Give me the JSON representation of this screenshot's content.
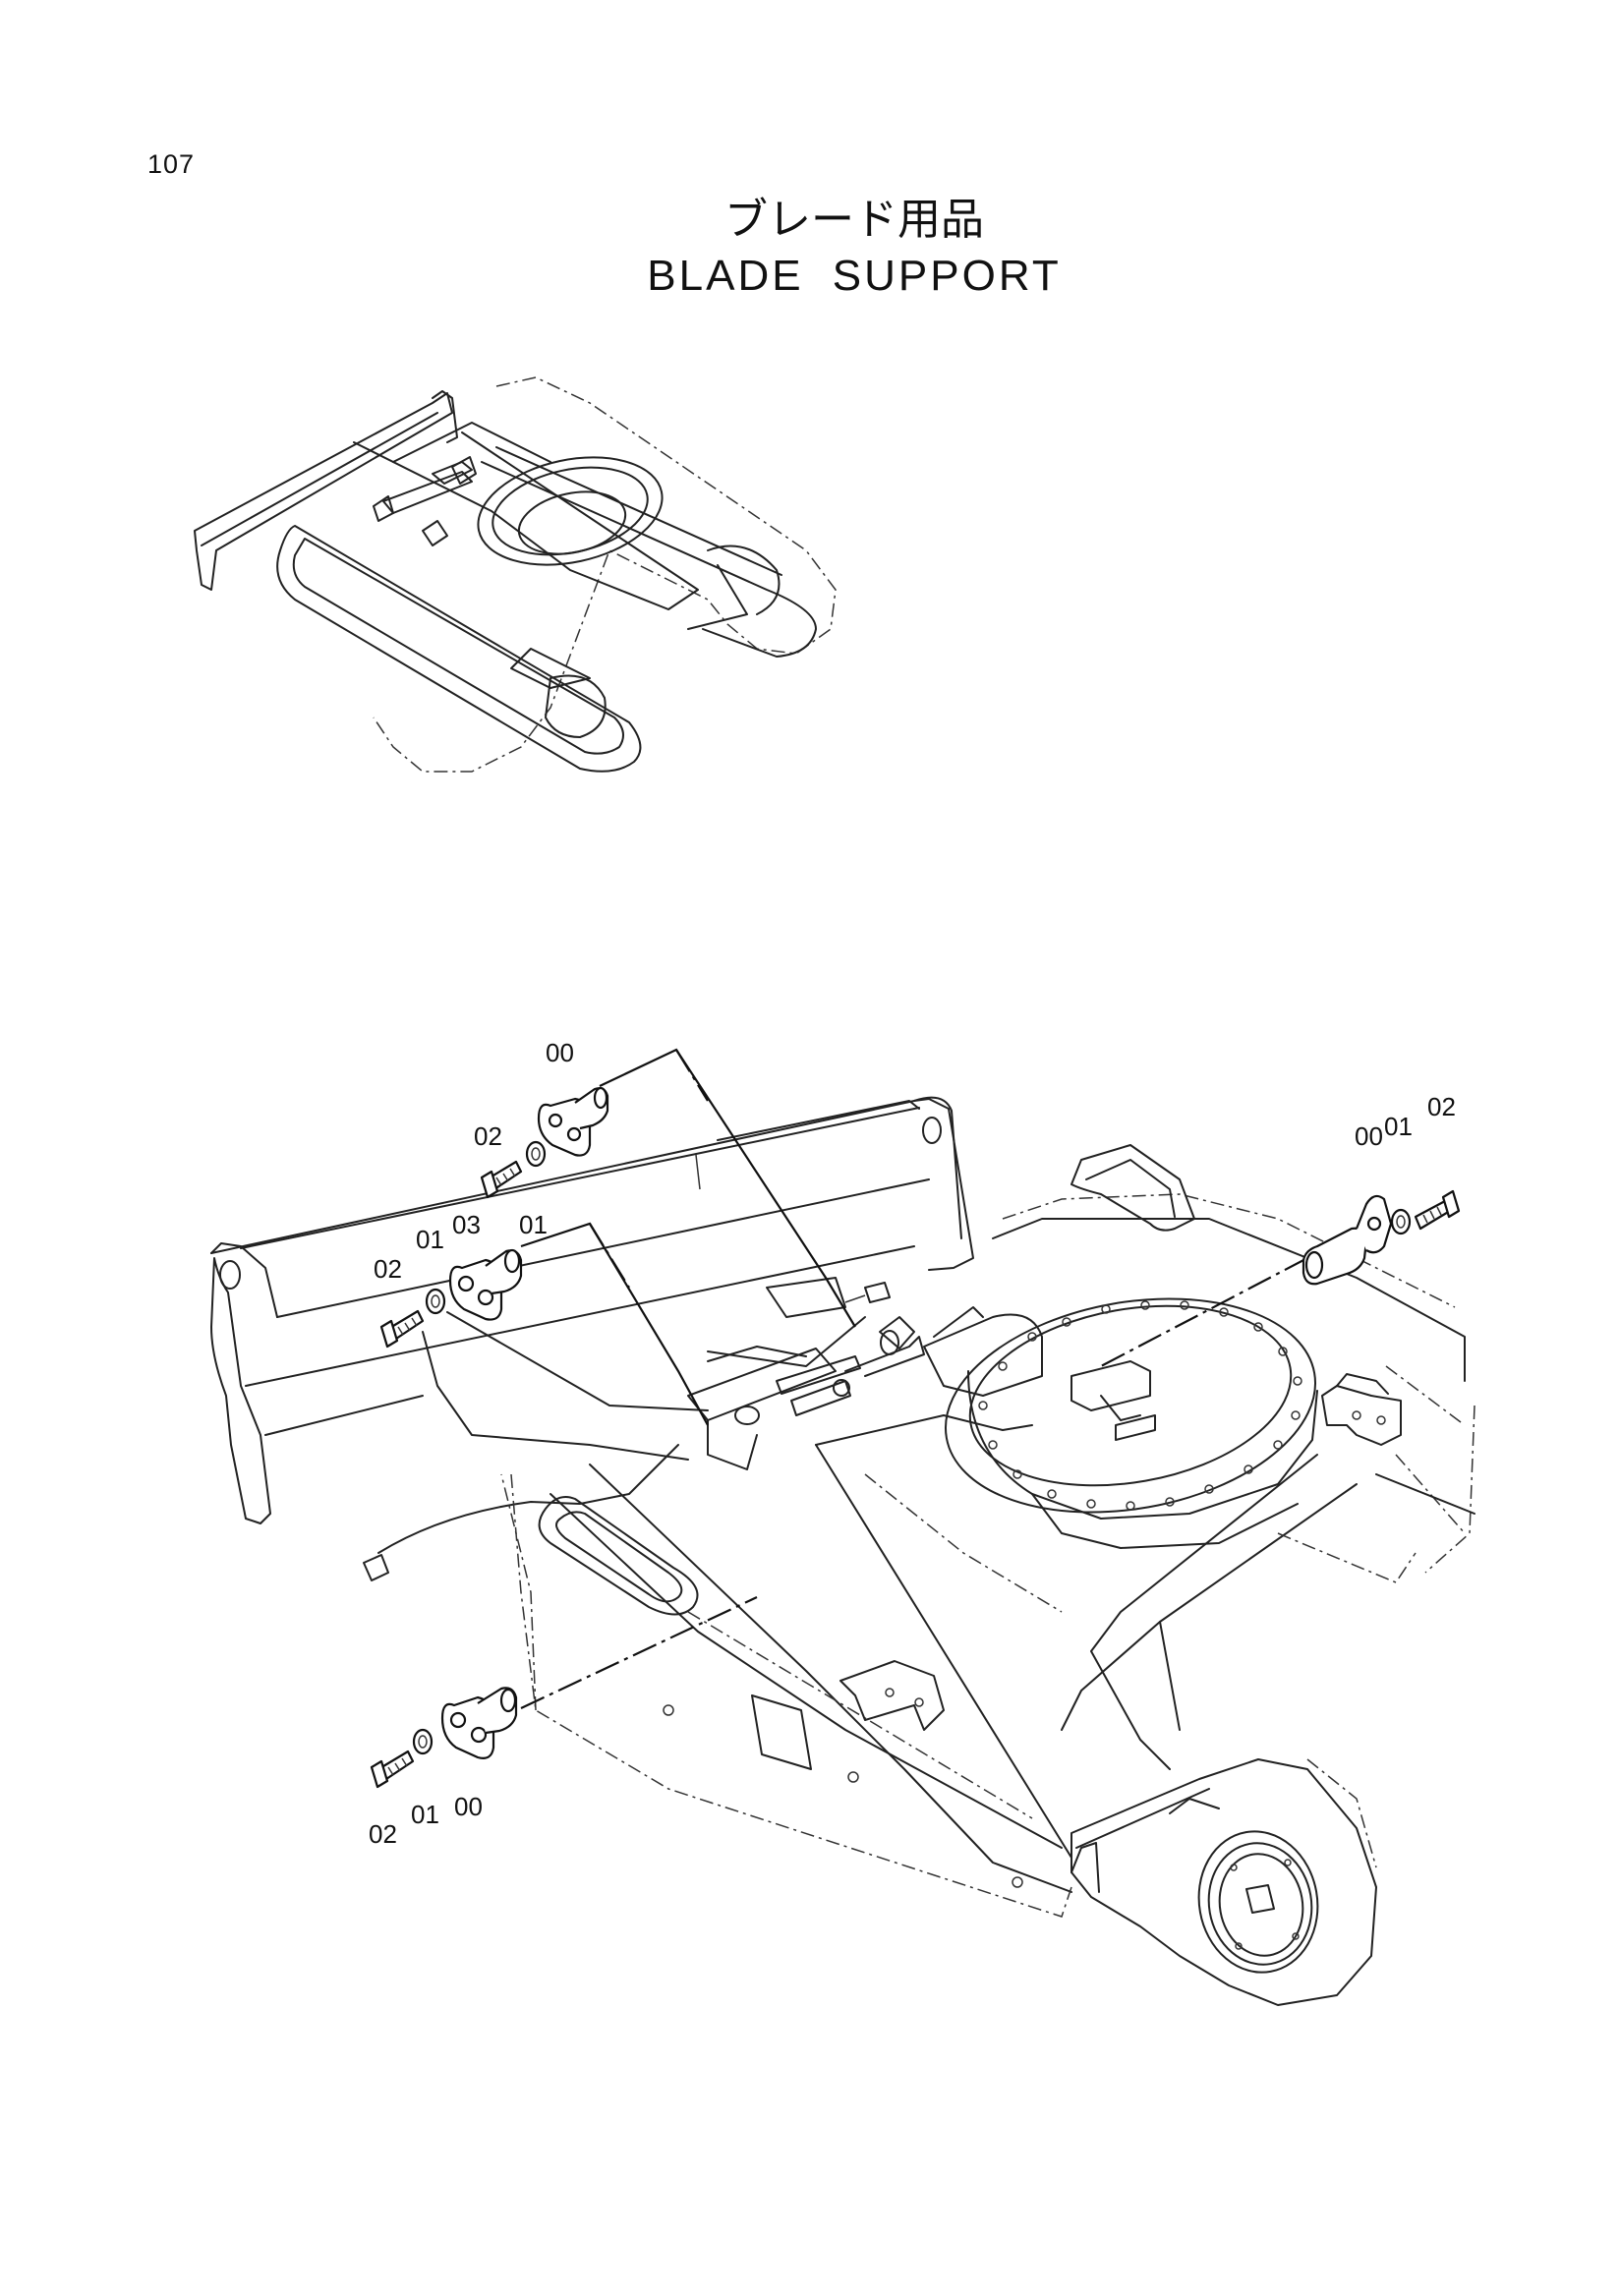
{
  "page": {
    "number": "107",
    "title_jp": "ブレード用品",
    "title_en": "BLADE  SUPPORT"
  },
  "callouts": {
    "top_group": {
      "c00": "00",
      "c02": "02",
      "c01": "01"
    },
    "left_group": {
      "c02": "02",
      "c01": "01",
      "c03": "03"
    },
    "right_group": {
      "c00": "00",
      "c01": "01",
      "c02": "02"
    },
    "bottom_group": {
      "c02": "02",
      "c01": "01",
      "c00": "00"
    }
  },
  "icons": {
    "overview": "undercarriage-overview-icon",
    "main": "undercarriage-exploded-view"
  }
}
